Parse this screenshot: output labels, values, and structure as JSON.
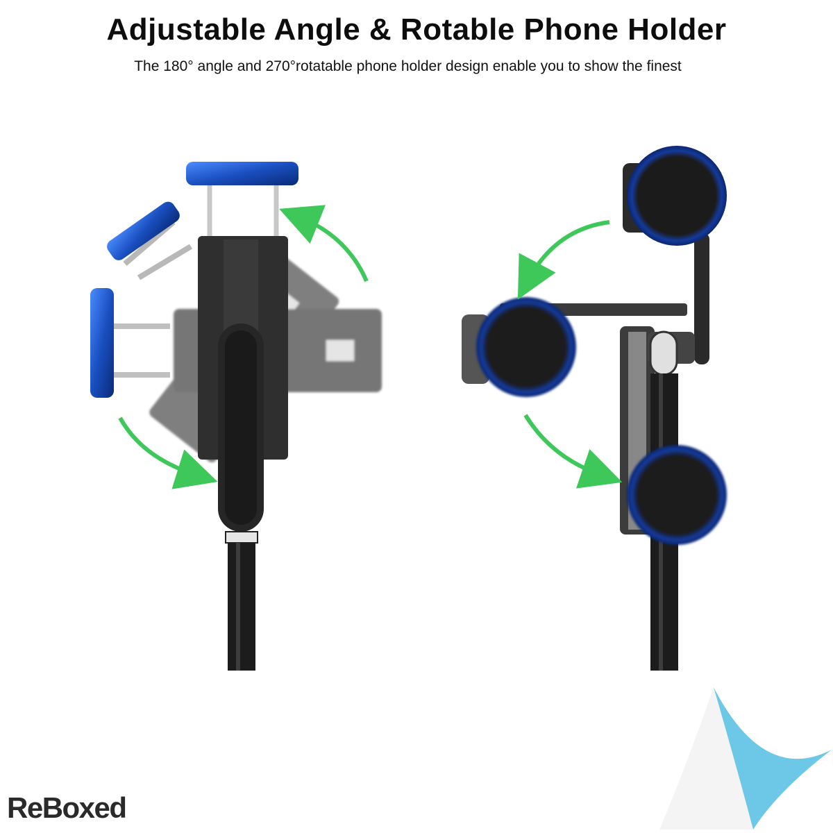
{
  "header": {
    "title": "Adjustable Angle & Rotable Phone Holder",
    "subtitle": "The 180° angle and 270°rotatable phone holder design enable you to show the finest"
  },
  "brand": {
    "logo_text": "ReBoxed"
  },
  "colors": {
    "arrow_green": "#3ec85a",
    "knob_blue": "#1a5bd6",
    "holder_dark": "#2b2b2b",
    "corner_blue": "#6cc8e6"
  },
  "images": {
    "left": "phone-holder-angle-adjustment",
    "right": "phone-holder-rotation"
  }
}
